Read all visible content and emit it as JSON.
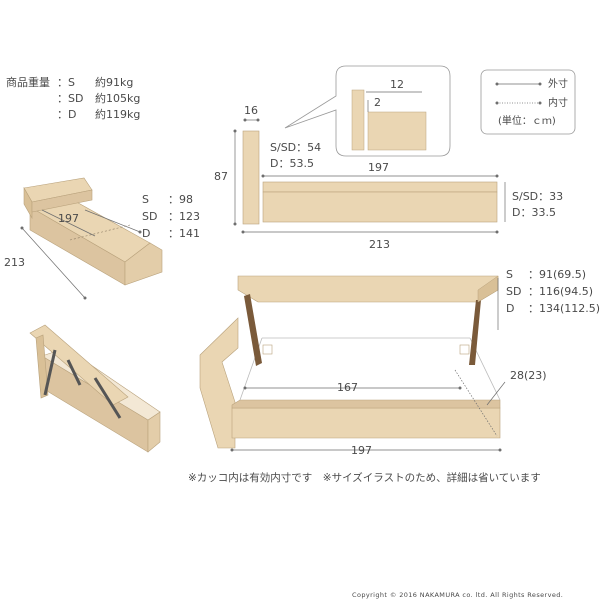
{
  "weight": {
    "title": "商品重量",
    "rows": [
      {
        "size": "：S",
        "weight": "約91kg"
      },
      {
        "size": "：SD",
        "weight": "約105kg"
      },
      {
        "size": "：D",
        "weight": "約119kg"
      }
    ]
  },
  "legend": {
    "outer": "外寸",
    "inner": "内寸",
    "unit": "(単位：ｃｍ)"
  },
  "side_view": {
    "headboard_width": "16",
    "height": "87",
    "frame_height_s_sd": "S/SD：54",
    "frame_height_d": "D：53.5",
    "inner_length": "197",
    "outer_length": "213",
    "base_height_s_sd": "S/SD：33",
    "base_height_d": "D：33.5",
    "detail_width": "12",
    "detail_gap": "2"
  },
  "iso_view": {
    "length": "213",
    "inner_length": "197",
    "widths": [
      {
        "size": "S",
        "value": "：98"
      },
      {
        "size": "SD",
        "value": "：123"
      },
      {
        "size": "D",
        "value": "：141"
      }
    ]
  },
  "open_view": {
    "widths": [
      {
        "size": "S",
        "value": "：91(69.5)"
      },
      {
        "size": "SD",
        "value": "：116(94.5)"
      },
      {
        "size": "D",
        "value": "：134(112.5)"
      }
    ],
    "storage_length": "167",
    "storage_depth": "28(23)",
    "inner_length": "197"
  },
  "notes": {
    "note": "※カッコ内は有効内寸です　※サイズイラストのため、詳細は省いています"
  },
  "footer": {
    "copyright": "Copyright © 2016 NAKAMURA co. ltd. All Rights Reserved."
  },
  "colors": {
    "wood": "#ead6b3",
    "wood_dark": "#d9c097",
    "line": "#6e6e6e",
    "strut": "#7a5a3a"
  }
}
